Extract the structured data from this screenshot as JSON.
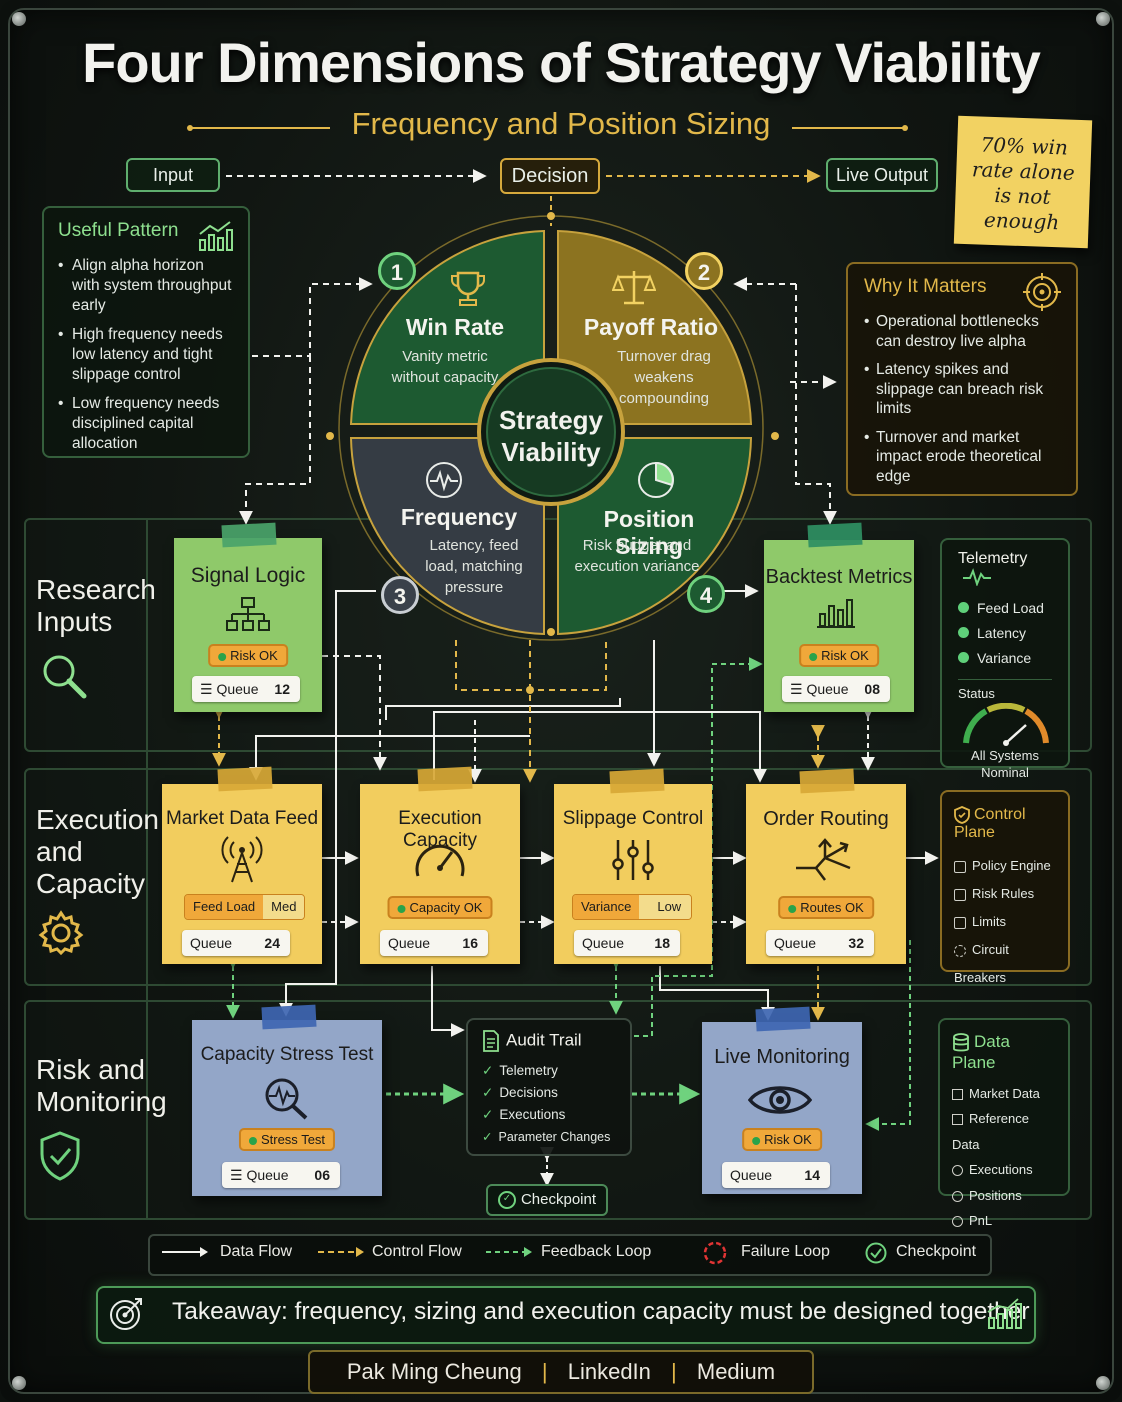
{
  "title": "Four Dimensions of Strategy Viability",
  "subtitle": "Frequency and Position Sizing",
  "flow": {
    "input": "Input",
    "decision": "Decision",
    "live_output": "Live Output"
  },
  "sticky_note": "70% win rate alone is not enough",
  "useful_pattern": {
    "title": "Useful Pattern",
    "items": [
      "Align alpha horizon with system throughput early",
      "High frequency needs low latency and tight slippage control",
      "Low frequency needs disciplined capital allocation"
    ]
  },
  "why_it_matters": {
    "title": "Why It Matters",
    "items": [
      "Operational bottlenecks can destroy live alpha",
      "Latency spikes and slippage can breach risk limits",
      "Turnover and market impact erode theoretical edge"
    ]
  },
  "center": {
    "label": "Strategy Viability"
  },
  "quadrants": [
    {
      "number": "1",
      "title": "Win Rate",
      "text": "Vanity metric without capacity"
    },
    {
      "number": "2",
      "title": "Payoff Ratio",
      "text": "Turnover drag weakens compounding"
    },
    {
      "number": "3",
      "title": "Frequency",
      "text": "Latency, feed load, matching pressure"
    },
    {
      "number": "4",
      "title": "Position Sizing",
      "text": "Risk budget and execution variance"
    }
  ],
  "lanes": {
    "research": "Research Inputs",
    "execution": "Execution and Capacity",
    "risk": "Risk and Monitoring"
  },
  "cards": {
    "signal_logic": {
      "title": "Signal Logic",
      "badge": "Risk OK",
      "queue_label": "Queue",
      "queue_value": "12"
    },
    "backtest_metrics": {
      "title": "Backtest Metrics",
      "badge": "Risk OK",
      "queue_label": "Queue",
      "queue_value": "08"
    },
    "market_data_feed": {
      "title": "Market Data Feed",
      "split_label": "Feed Load",
      "split_value": "Med",
      "queue_label": "Queue",
      "queue_value": "24"
    },
    "execution_capacity": {
      "title": "Execution Capacity",
      "badge": "Capacity OK",
      "queue_label": "Queue",
      "queue_value": "16"
    },
    "slippage_control": {
      "title": "Slippage Control",
      "split_label": "Variance",
      "split_value": "Low",
      "queue_label": "Queue",
      "queue_value": "18"
    },
    "order_routing": {
      "title": "Order Routing",
      "badge": "Routes OK",
      "queue_label": "Queue",
      "queue_value": "32"
    },
    "capacity_stress_test": {
      "title": "Capacity Stress Test",
      "badge": "Stress Test",
      "queue_label": "Queue",
      "queue_value": "06"
    },
    "live_monitoring": {
      "title": "Live Monitoring",
      "badge": "Risk OK",
      "queue_label": "Queue",
      "queue_value": "14"
    }
  },
  "telemetry": {
    "title": "Telemetry",
    "items": [
      "Feed Load",
      "Latency",
      "Variance"
    ],
    "status_label": "Status",
    "status_text": "All Systems Nominal"
  },
  "control_plane": {
    "title": "Control Plane",
    "items": [
      "Policy Engine",
      "Risk Rules",
      "Limits",
      "Circuit Breakers"
    ]
  },
  "data_plane": {
    "title": "Data Plane",
    "items": [
      "Market Data",
      "Reference Data",
      "Executions",
      "Positions",
      "PnL"
    ]
  },
  "audit_trail": {
    "title": "Audit Trail",
    "items": [
      "Telemetry",
      "Decisions",
      "Executions",
      "Parameter Changes"
    ]
  },
  "checkpoint": "Checkpoint",
  "legend": {
    "data_flow": "Data Flow",
    "control_flow": "Control Flow",
    "feedback_loop": "Feedback Loop",
    "failure_loop": "Failure Loop",
    "checkpoint": "Checkpoint"
  },
  "takeaway": "Takeaway: frequency, sizing and execution capacity must be designed together",
  "footer": {
    "name": "Pak Ming Cheung",
    "sep1": "|",
    "link1": "LinkedIn",
    "sep2": "|",
    "link2": "Medium"
  },
  "colors": {
    "green": "#1f5a33",
    "gold": "#8a7422",
    "slate": "#3a4048",
    "accent_gold": "#e2b84a",
    "accent_green": "#5fae6e"
  }
}
